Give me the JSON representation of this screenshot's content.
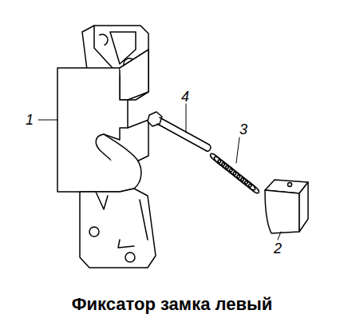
{
  "diagram": {
    "title": "Фиксатор замка левый",
    "labels": [
      "1",
      "4",
      "3",
      "2"
    ]
  }
}
